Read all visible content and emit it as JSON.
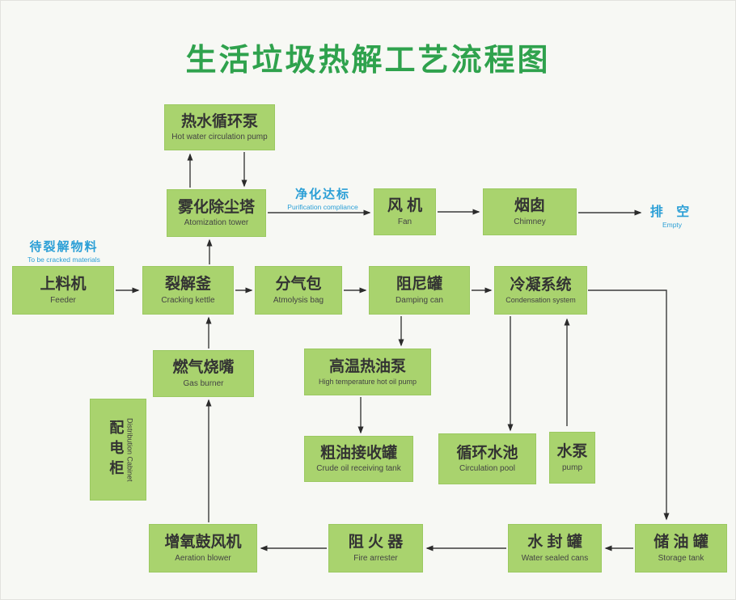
{
  "page": {
    "title": "生活垃圾热解工艺流程图",
    "colors": {
      "background": "#f7f8f4",
      "box_fill": "#a9d36e",
      "box_border": "#9bc961",
      "title_green": "#2fa24d",
      "annotation_blue": "#2b9fd6",
      "arrow": "#3b3b3b"
    }
  },
  "nodes": {
    "hot_water_pump": {
      "zh": "热水循环泵",
      "en": "Hot water circulation pump"
    },
    "atomization_tower": {
      "zh": "雾化除尘塔",
      "en": "Atomization tower"
    },
    "fan": {
      "zh": "风 机",
      "en": "Fan"
    },
    "chimney": {
      "zh": "烟囱",
      "en": "Chimney"
    },
    "feeder": {
      "zh": "上料机",
      "en": "Feeder"
    },
    "cracking_kettle": {
      "zh": "裂解釜",
      "en": "Cracking kettle"
    },
    "atmolysis_bag": {
      "zh": "分气包",
      "en": "Atmolysis bag"
    },
    "damping_can": {
      "zh": "阻尼罐",
      "en": "Damping can"
    },
    "condensation_system": {
      "zh": "冷凝系统",
      "en": "Condensation system"
    },
    "gas_burner": {
      "zh": "燃气烧嘴",
      "en": "Gas burner"
    },
    "hot_oil_pump": {
      "zh": "高温热油泵",
      "en": "High temperature hot oil pump"
    },
    "distribution_cabinet": {
      "zh": "配电柜",
      "en": "Distribution Cabinet"
    },
    "crude_oil_tank": {
      "zh": "粗油接收罐",
      "en": "Crude oil receiving tank"
    },
    "circulation_pool": {
      "zh": "循环水池",
      "en": "Circulation pool"
    },
    "water_pump": {
      "zh": "水泵",
      "en": "pump"
    },
    "aeration_blower": {
      "zh": "增氧鼓风机",
      "en": "Aeration blower"
    },
    "fire_arrester": {
      "zh": "阻 火 器",
      "en": "Fire arrester"
    },
    "water_sealed_cans": {
      "zh": "水 封 罐",
      "en": "Water sealed cans"
    },
    "storage_tank": {
      "zh": "储 油 罐",
      "en": "Storage tank"
    }
  },
  "annotations": {
    "to_be_cracked": {
      "zh": "待裂解物料",
      "en": "To be cracked materials"
    },
    "purification": {
      "zh": "净化达标",
      "en": "Purification compliance"
    },
    "empty": {
      "zh": "排 空",
      "en": "Empty"
    }
  }
}
